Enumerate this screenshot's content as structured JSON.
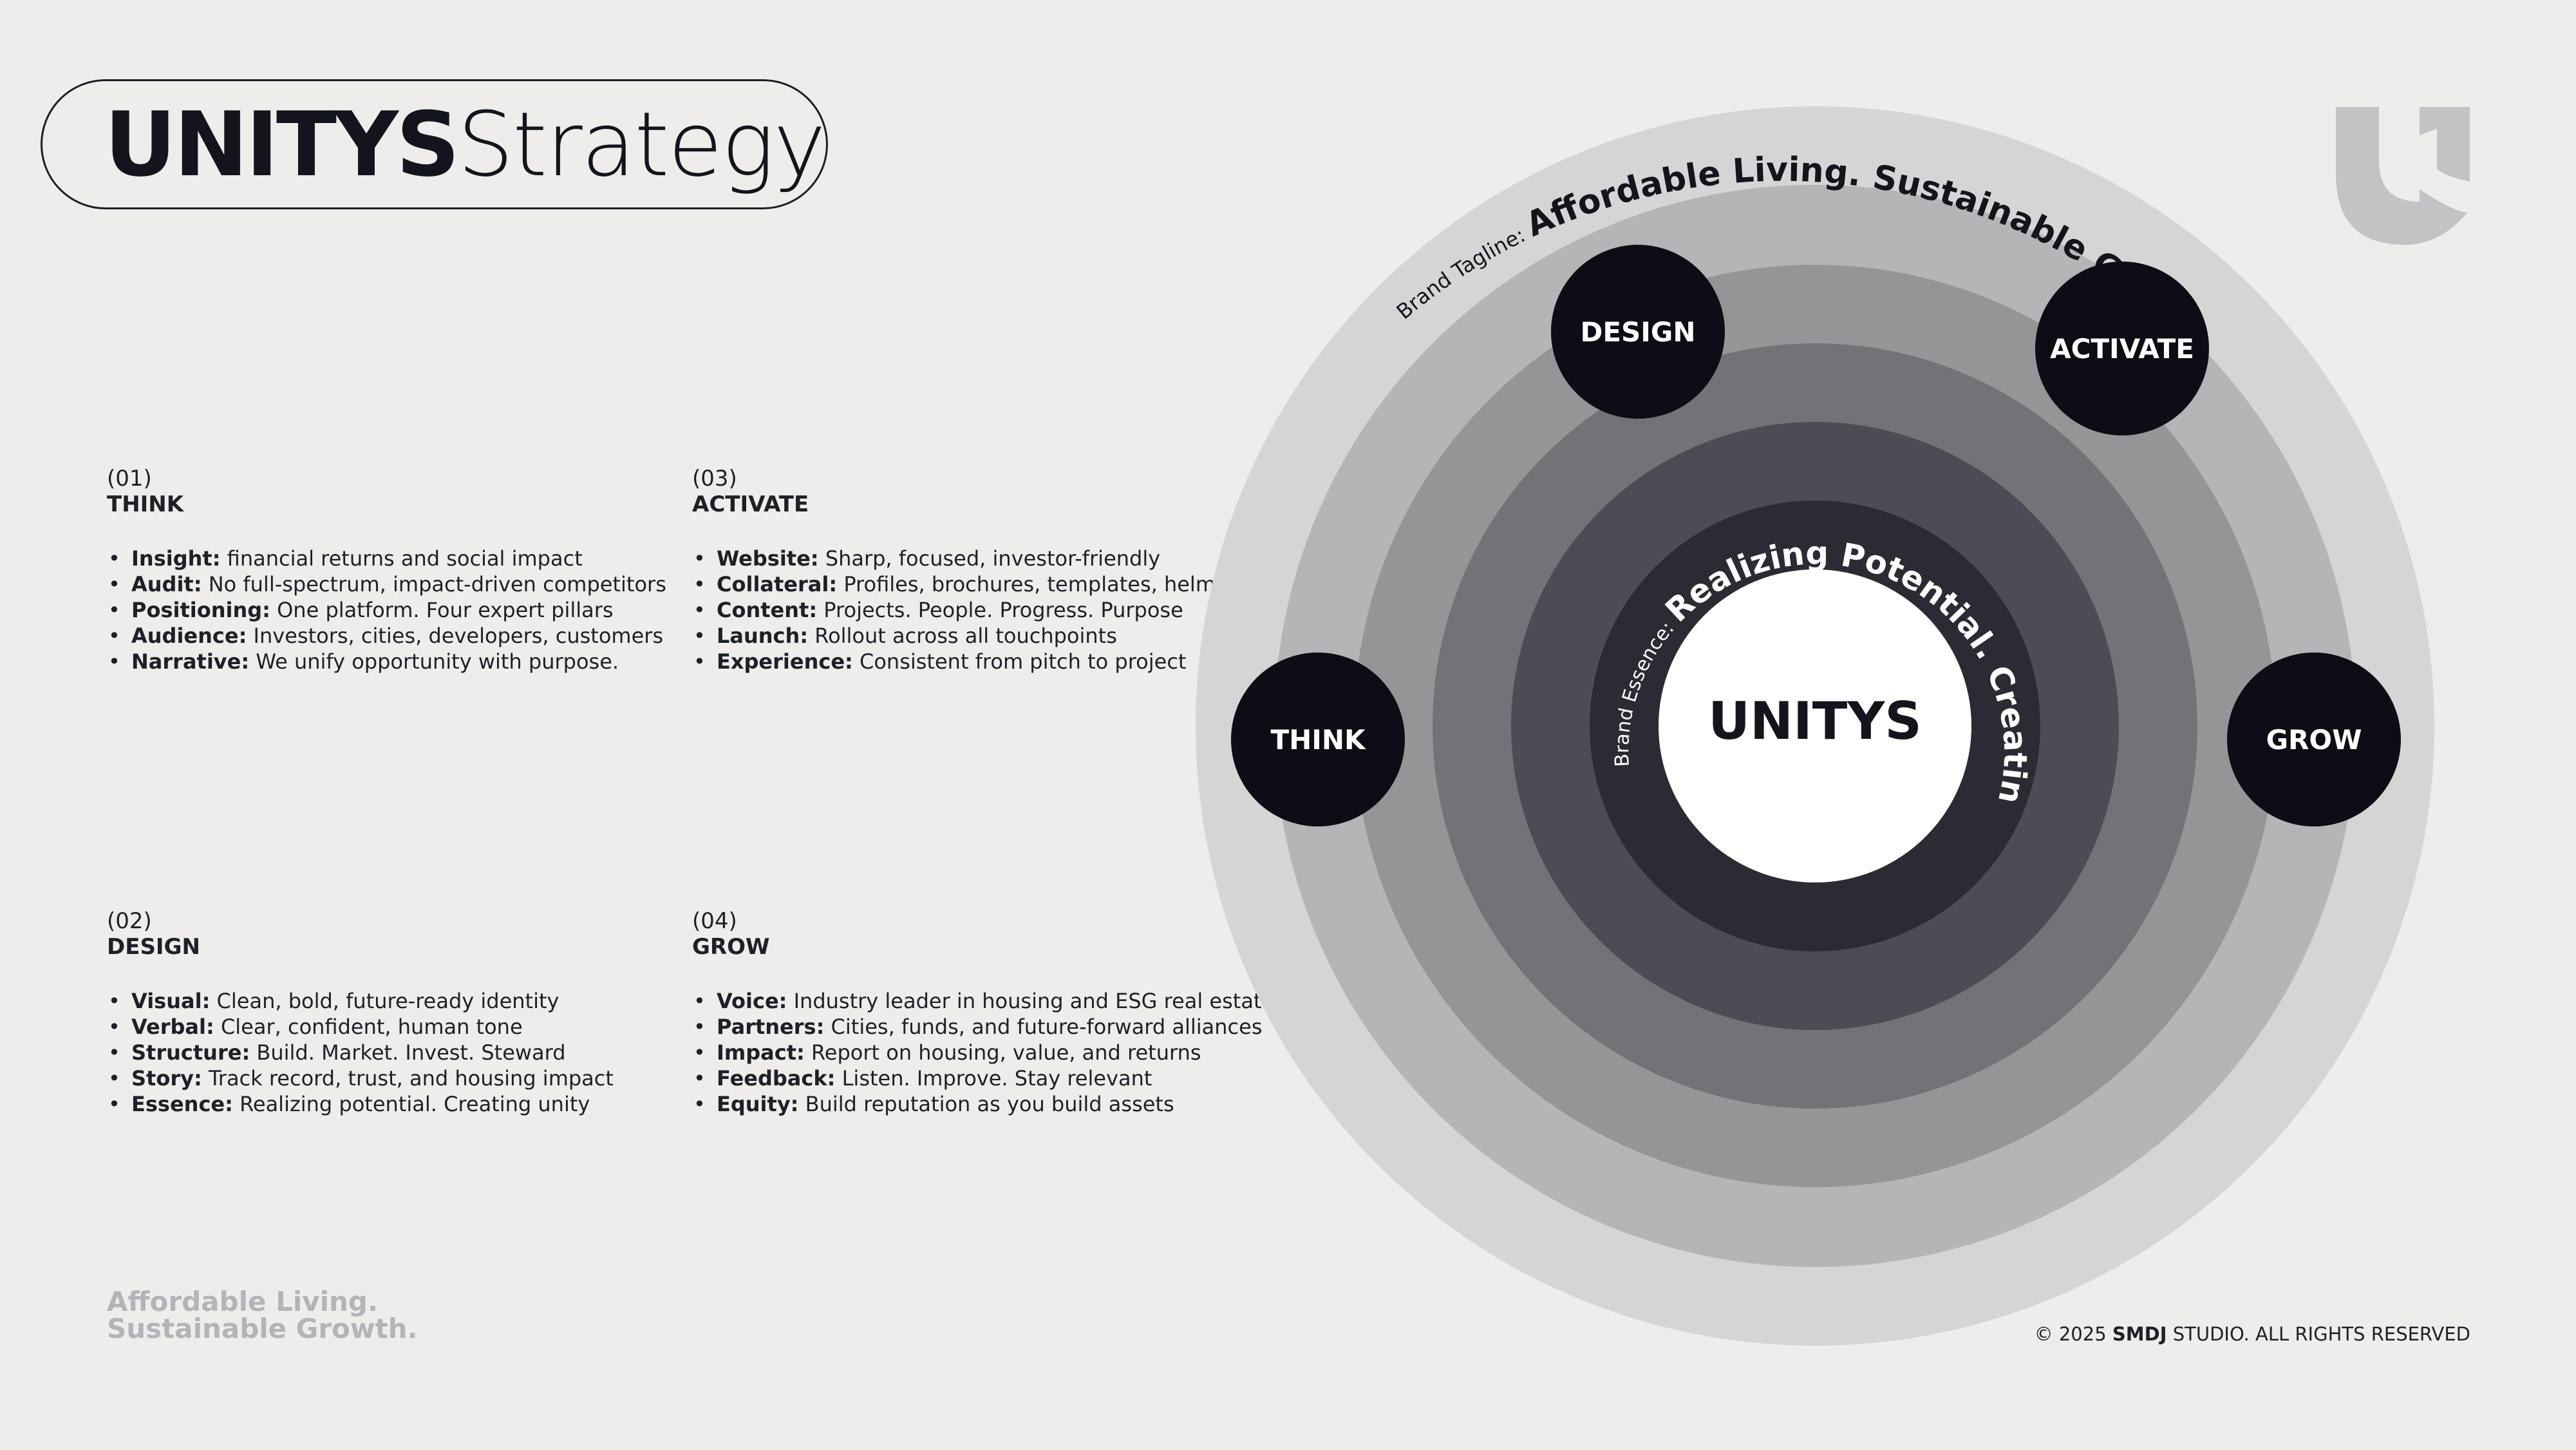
{
  "title": {
    "bold": "UNITYS",
    "light": "Strategy"
  },
  "sections": [
    {
      "number": "(01)",
      "heading": "THINK",
      "items": [
        {
          "label": "Insight:",
          "text": " financial returns and social impact"
        },
        {
          "label": "Audit:",
          "text": " No full-spectrum, impact-driven competitors"
        },
        {
          "label": "Positioning:",
          "text": " One platform. Four expert pillars"
        },
        {
          "label": "Audience:",
          "text": " Investors, cities, developers, customers"
        },
        {
          "label": "Narrative:",
          "text": " We unify opportunity with purpose."
        }
      ]
    },
    {
      "number": "(02)",
      "heading": "DESIGN",
      "items": [
        {
          "label": "Visual:",
          "text": " Clean, bold, future-ready identity"
        },
        {
          "label": "Verbal:",
          "text": " Clear, confident, human tone"
        },
        {
          "label": "Structure:",
          "text": " Build. Market. Invest. Steward"
        },
        {
          "label": "Story:",
          "text": " Track record, trust, and housing impact"
        },
        {
          "label": "Essence:",
          "text": " Realizing potential. Creating unity"
        }
      ]
    },
    {
      "number": "(03)",
      "heading": "ACTIVATE",
      "items": [
        {
          "label": "Website:",
          "text": " Sharp, focused, investor-friendly"
        },
        {
          "label": "Collateral:",
          "text": " Profiles, brochures, templates, helmet"
        },
        {
          "label": "Content:",
          "text": " Projects. People. Progress. Purpose"
        },
        {
          "label": "Launch:",
          "text": " Rollout across all touchpoints"
        },
        {
          "label": "Experience:",
          "text": " Consistent from pitch to project"
        }
      ]
    },
    {
      "number": "(04)",
      "heading": "GROW",
      "items": [
        {
          "label": "Voice:",
          "text": " Industry leader in housing and ESG real estate"
        },
        {
          "label": "Partners:",
          "text": " Cities, funds, and future-forward alliances"
        },
        {
          "label": "Impact:",
          "text": " Report on housing, value, and returns"
        },
        {
          "label": "Feedback:",
          "text": " Listen. Improve. Stay relevant"
        },
        {
          "label": "Equity:",
          "text": " Build reputation as you build assets"
        }
      ]
    }
  ],
  "diagram": {
    "center_label": "UNITYS",
    "tagline_prefix": "Brand Tagline: ",
    "tagline": "Affordable Living. Sustainable Growth.",
    "essence_prefix": "Brand Essence: ",
    "essence": "Realizing Potential. Creating Unity.",
    "nodes": [
      "DESIGN",
      "ACTIVATE",
      "THINK",
      "GROW"
    ],
    "ring_colors": [
      "#d6d5d6",
      "#b5b4b6",
      "#959497",
      "#737276",
      "#4d4c54",
      "#2c2b33"
    ],
    "node_color": "#0d0d15",
    "center_color": "#ffffff"
  },
  "logo": {
    "icon": "unitys-u-logo-icon",
    "color": "#c3c2c4"
  },
  "footer": {
    "tagline_line1": "Affordable Living.",
    "tagline_line2": "Sustainable Growth.",
    "copyright_prefix": "© 2025 ",
    "copyright_brand": "SMDJ",
    "copyright_suffix": " STUDIO. ALL RIGHTS RESERVED"
  }
}
